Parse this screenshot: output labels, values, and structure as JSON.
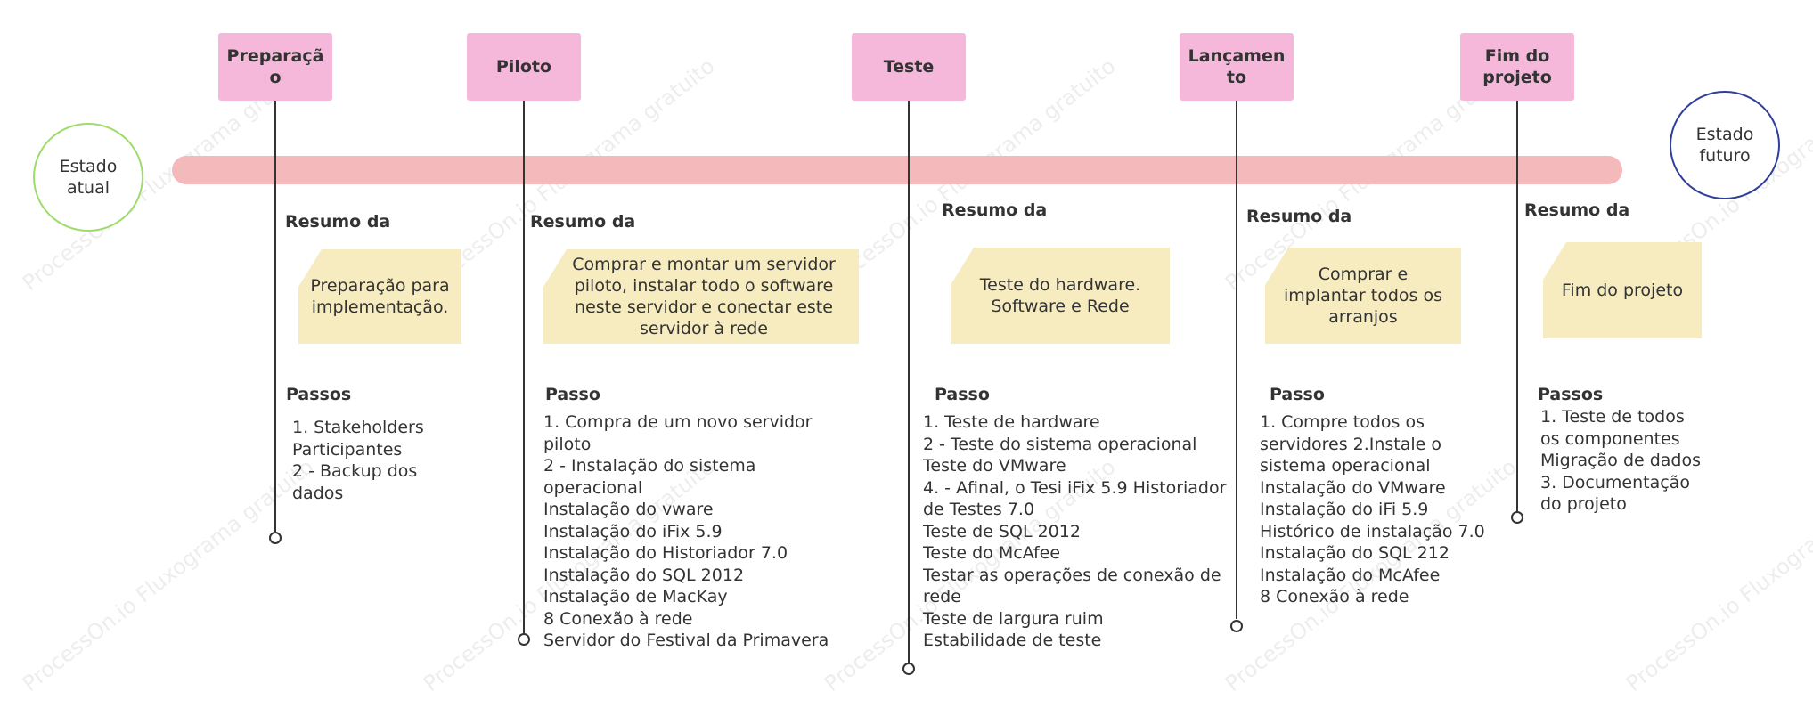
{
  "colors": {
    "timeline_bar": "#f4b9bb",
    "phase_box": "#f5b8da",
    "note_box": "#f6ecc0",
    "current_state_border": "#9edc6a",
    "future_state_border": "#2e3f9a",
    "line": "#333333"
  },
  "watermark": "ProcessOn.io Fluxograma gratuito",
  "current_state": {
    "label": "Estado atual"
  },
  "future_state": {
    "label": "Estado futuro"
  },
  "phases": [
    {
      "title": "Preparação",
      "summary_heading": "Resumo da",
      "summary": "Preparação para implementação.",
      "steps_heading": "Passos",
      "steps": [
        "1. Stakeholders",
        "Participantes",
        "2 - Backup dos",
        "dados"
      ]
    },
    {
      "title": "Piloto",
      "summary_heading": "Resumo da",
      "summary": "Comprar e montar um servidor piloto, instalar todo o software neste servidor e conectar este servidor à rede",
      "steps_heading": "Passo",
      "steps": [
        "1. Compra de um novo servidor",
        "piloto",
        "2 - Instalação do sistema",
        "operacional",
        "Instalação do vware",
        "Instalação do iFix 5.9",
        "Instalação do Historiador 7.0",
        "Instalação do SQL 2012",
        "Instalação de MacKay",
        "8 Conexão à rede",
        "Servidor do Festival da Primavera"
      ]
    },
    {
      "title": "Teste",
      "summary_heading": "Resumo da",
      "summary": "Teste do hardware. Software e Rede",
      "steps_heading": "Passo",
      "steps": [
        "1. Teste de hardware",
        "2 - Teste do sistema operacional",
        "Teste do VMware",
        "4. - Afinal, o Tesi iFix 5.9 Historiador",
        "de Testes 7.0",
        "Teste de SQL 2012",
        "Teste do McAfee",
        "Testar as operações de conexão de",
        "rede",
        "Teste de largura ruim",
        "Estabilidade de teste"
      ]
    },
    {
      "title": "Lançamento",
      "summary_heading": "Resumo da",
      "summary": "Comprar e implantar todos os arranjos",
      "steps_heading": "Passo",
      "steps": [
        "1. Compre todos os",
        "servidores 2.Instale o",
        "sistema operacional",
        "Instalação do VMware",
        "Instalação do iFi 5.9",
        "Histórico de instalação 7.0",
        "Instalação do SQL 212",
        "Instalação do McAfee",
        "8 Conexão à rede"
      ]
    },
    {
      "title": "Fim do projeto",
      "summary_heading": "Resumo da",
      "summary": "Fim do projeto",
      "steps_heading": "Passos",
      "steps": [
        "1. Teste de todos",
        "os componentes",
        "Migração de dados",
        "3. Documentação",
        "do projeto"
      ]
    }
  ]
}
